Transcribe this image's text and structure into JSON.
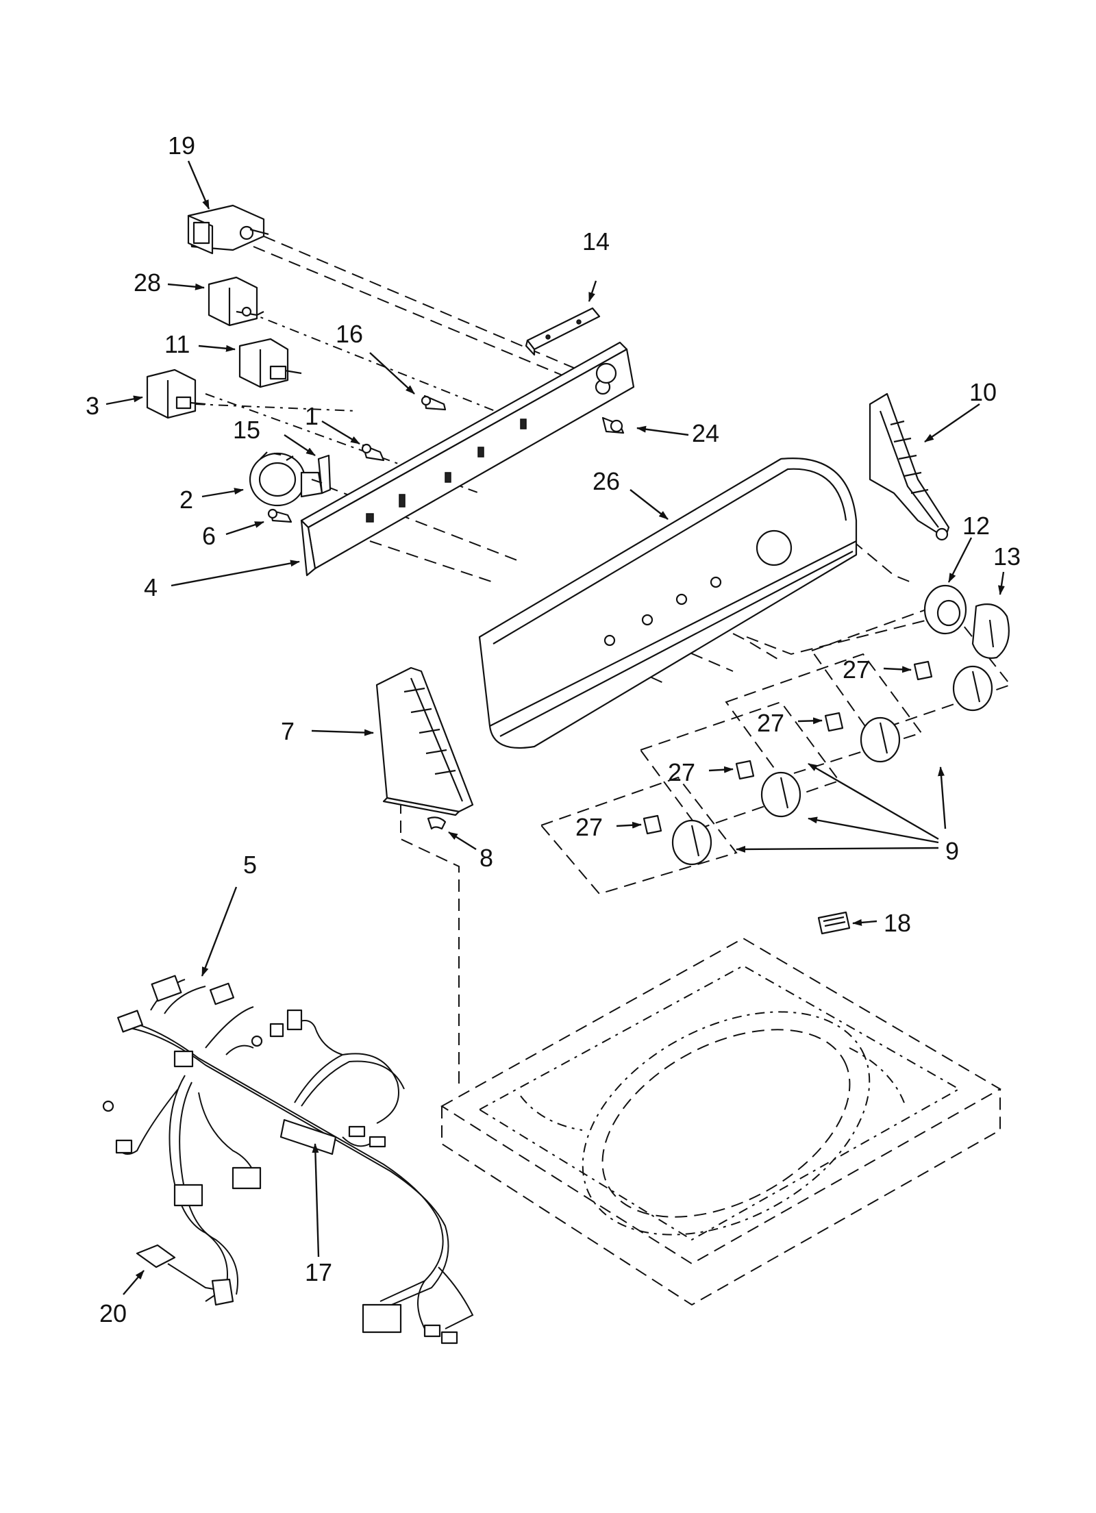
{
  "callouts": [
    {
      "id": "19",
      "text": "19"
    },
    {
      "id": "28",
      "text": "28"
    },
    {
      "id": "11",
      "text": "11"
    },
    {
      "id": "3",
      "text": "3"
    },
    {
      "id": "16",
      "text": "16"
    },
    {
      "id": "15",
      "text": "15"
    },
    {
      "id": "1",
      "text": "1"
    },
    {
      "id": "2",
      "text": "2"
    },
    {
      "id": "6",
      "text": "6"
    },
    {
      "id": "4",
      "text": "4"
    },
    {
      "id": "14",
      "text": "14"
    },
    {
      "id": "24",
      "text": "24"
    },
    {
      "id": "10",
      "text": "10"
    },
    {
      "id": "26",
      "text": "26"
    },
    {
      "id": "12",
      "text": "12"
    },
    {
      "id": "13",
      "text": "13"
    },
    {
      "id": "27a",
      "text": "27"
    },
    {
      "id": "27b",
      "text": "27"
    },
    {
      "id": "27c",
      "text": "27"
    },
    {
      "id": "27d",
      "text": "27"
    },
    {
      "id": "7",
      "text": "7"
    },
    {
      "id": "8",
      "text": "8"
    },
    {
      "id": "9",
      "text": "9"
    },
    {
      "id": "5",
      "text": "5"
    },
    {
      "id": "18",
      "text": "18"
    },
    {
      "id": "17",
      "text": "17"
    },
    {
      "id": "20",
      "text": "20"
    }
  ]
}
